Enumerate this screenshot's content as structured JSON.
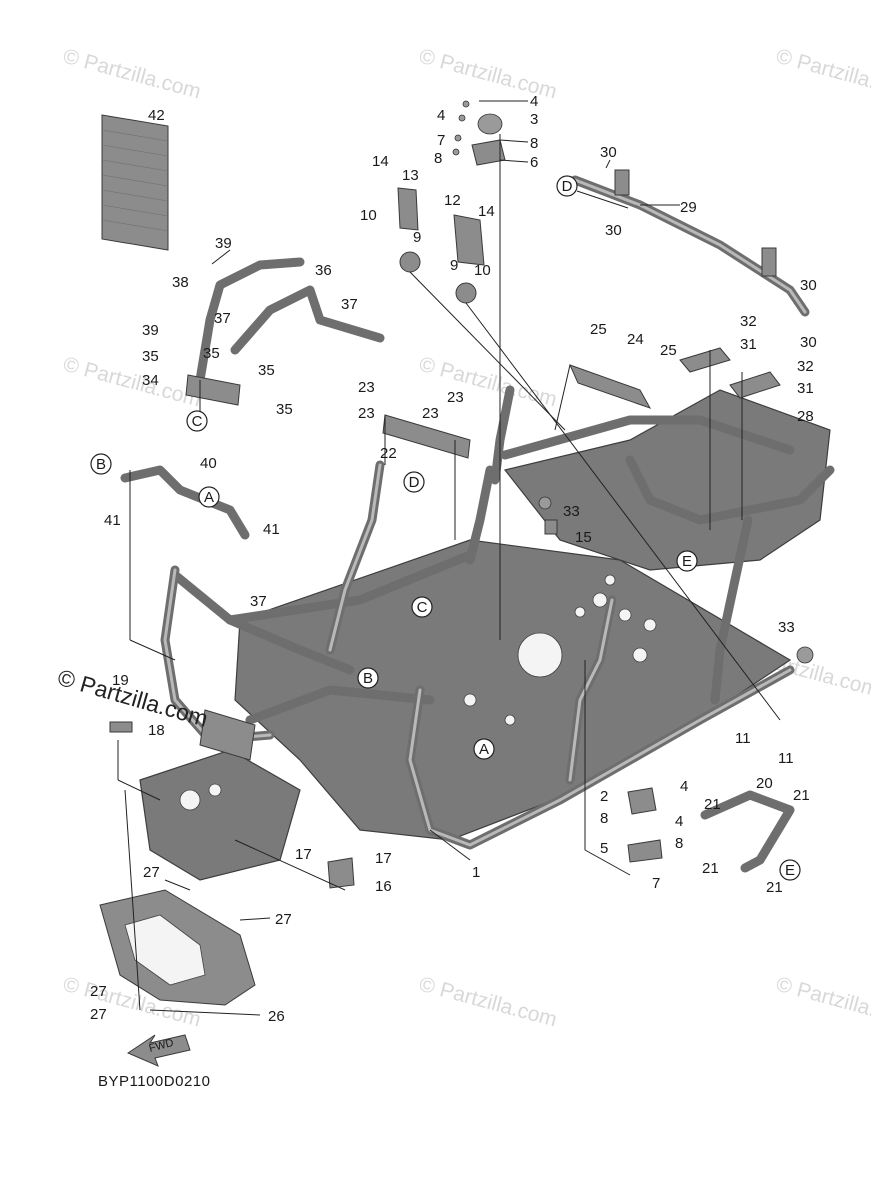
{
  "diagram": {
    "document_code": "BYP1100D0210",
    "brand_text": "© Partzilla.com",
    "watermark_text": "© Partzilla.com",
    "fwd_label": "FWD",
    "part_labels": [
      {
        "id": "l42",
        "text": "42"
      },
      {
        "id": "l4a",
        "text": "4"
      },
      {
        "id": "l4b",
        "text": "4"
      },
      {
        "id": "l3",
        "text": "3"
      },
      {
        "id": "l7a",
        "text": "7"
      },
      {
        "id": "l8a",
        "text": "8"
      },
      {
        "id": "l8b",
        "text": "8"
      },
      {
        "id": "l6",
        "text": "6"
      },
      {
        "id": "l14a",
        "text": "14"
      },
      {
        "id": "l13",
        "text": "13"
      },
      {
        "id": "l12",
        "text": "12"
      },
      {
        "id": "l14b",
        "text": "14"
      },
      {
        "id": "l10a",
        "text": "10"
      },
      {
        "id": "l9a",
        "text": "9"
      },
      {
        "id": "l9b",
        "text": "9"
      },
      {
        "id": "l10b",
        "text": "10"
      },
      {
        "id": "l30a",
        "text": "30"
      },
      {
        "id": "l29",
        "text": "29"
      },
      {
        "id": "l30b",
        "text": "30"
      },
      {
        "id": "l30c",
        "text": "30"
      },
      {
        "id": "l30d",
        "text": "30"
      },
      {
        "id": "l39a",
        "text": "39"
      },
      {
        "id": "l38",
        "text": "38"
      },
      {
        "id": "l36",
        "text": "36"
      },
      {
        "id": "l37a",
        "text": "37"
      },
      {
        "id": "l39b",
        "text": "39"
      },
      {
        "id": "l37b",
        "text": "37"
      },
      {
        "id": "l35a",
        "text": "35"
      },
      {
        "id": "l35b",
        "text": "35"
      },
      {
        "id": "l35c",
        "text": "35"
      },
      {
        "id": "l34",
        "text": "34"
      },
      {
        "id": "l35d",
        "text": "35"
      },
      {
        "id": "l25a",
        "text": "25"
      },
      {
        "id": "l24",
        "text": "24"
      },
      {
        "id": "l25b",
        "text": "25"
      },
      {
        "id": "l32a",
        "text": "32"
      },
      {
        "id": "l31a",
        "text": "31"
      },
      {
        "id": "l32b",
        "text": "32"
      },
      {
        "id": "l31b",
        "text": "31"
      },
      {
        "id": "l28",
        "text": "28"
      },
      {
        "id": "l23a",
        "text": "23"
      },
      {
        "id": "l23b",
        "text": "23"
      },
      {
        "id": "l23c",
        "text": "23"
      },
      {
        "id": "l23d",
        "text": "23"
      },
      {
        "id": "l22",
        "text": "22"
      },
      {
        "id": "l40",
        "text": "40"
      },
      {
        "id": "l41a",
        "text": "41"
      },
      {
        "id": "l41b",
        "text": "41"
      },
      {
        "id": "l33a",
        "text": "33"
      },
      {
        "id": "l15",
        "text": "15"
      },
      {
        "id": "l37c",
        "text": "37"
      },
      {
        "id": "l33b",
        "text": "33"
      },
      {
        "id": "l19",
        "text": "19"
      },
      {
        "id": "l18",
        "text": "18"
      },
      {
        "id": "l11a",
        "text": "11"
      },
      {
        "id": "l11b",
        "text": "11"
      },
      {
        "id": "l2",
        "text": "2"
      },
      {
        "id": "l4c",
        "text": "4"
      },
      {
        "id": "l4d",
        "text": "4"
      },
      {
        "id": "l8c",
        "text": "8"
      },
      {
        "id": "l8d",
        "text": "8"
      },
      {
        "id": "l5",
        "text": "5"
      },
      {
        "id": "l7b",
        "text": "7"
      },
      {
        "id": "l20",
        "text": "20"
      },
      {
        "id": "l21a",
        "text": "21"
      },
      {
        "id": "l21b",
        "text": "21"
      },
      {
        "id": "l21c",
        "text": "21"
      },
      {
        "id": "l21d",
        "text": "21"
      },
      {
        "id": "l17a",
        "text": "17"
      },
      {
        "id": "l17b",
        "text": "17"
      },
      {
        "id": "l16",
        "text": "16"
      },
      {
        "id": "l1",
        "text": "1"
      },
      {
        "id": "l27a",
        "text": "27"
      },
      {
        "id": "l27b",
        "text": "27"
      },
      {
        "id": "l27c",
        "text": "27"
      },
      {
        "id": "l27d",
        "text": "27"
      },
      {
        "id": "l26",
        "text": "26"
      }
    ],
    "reference_marks": [
      {
        "id": "rD1",
        "text": "D"
      },
      {
        "id": "rC1",
        "text": "C"
      },
      {
        "id": "rB1",
        "text": "B"
      },
      {
        "id": "rA1",
        "text": "A"
      },
      {
        "id": "rD2",
        "text": "D"
      },
      {
        "id": "rC2",
        "text": "C"
      },
      {
        "id": "rE1",
        "text": "E"
      },
      {
        "id": "rB2",
        "text": "B"
      },
      {
        "id": "rA2",
        "text": "A"
      },
      {
        "id": "rE2",
        "text": "E"
      }
    ]
  }
}
